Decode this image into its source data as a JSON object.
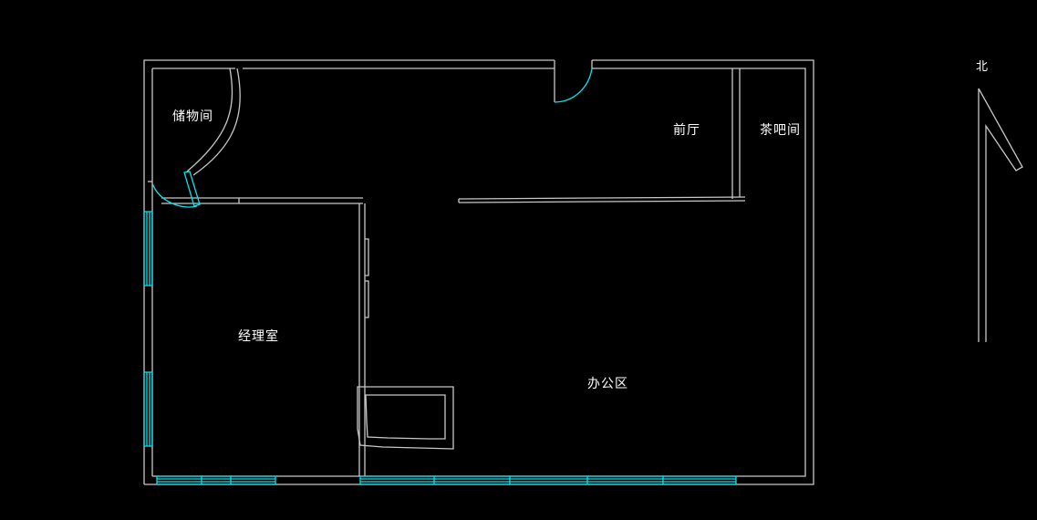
{
  "rooms": {
    "storage": "储物间",
    "lobby": "前厅",
    "tea_room": "茶吧间",
    "manager_office": "经理室",
    "office_area": "办公区"
  },
  "north_label": "北",
  "colors": {
    "background": "#000000",
    "wall": "#c8c8c8",
    "window_door": "#00e5ee",
    "text": "#ffffff"
  }
}
